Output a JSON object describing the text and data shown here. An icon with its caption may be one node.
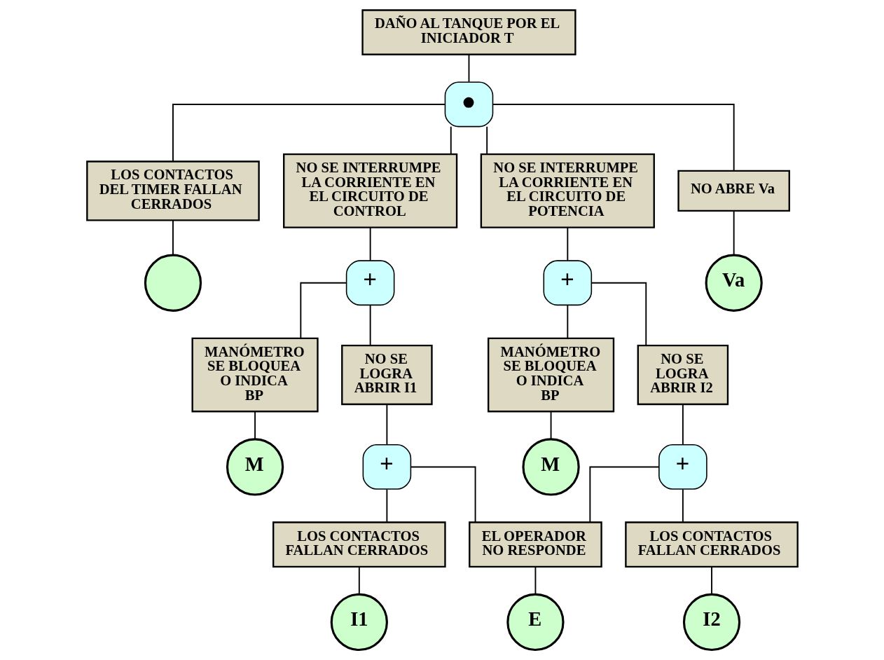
{
  "diagram": {
    "nodes": [
      {
        "text": [
          "DAÑO AL TANQUE POR EL INICIADOR T"
        ]
      },
      {
        "text": [
          "●"
        ]
      },
      {
        "text": [
          "LOS CONTACTOS DEL TIMER FALLAN CERRADOS"
        ]
      },
      {
        "text": [
          "NO SE INTERRUMPE LA CORRIENTE EN EL CIRCUITO DE CONTROL"
        ]
      },
      {
        "text": [
          "NO SE INTERRUMPE LA CORRIENTE EN EL CIRCUITO DE POTENCIA"
        ]
      },
      {
        "text": [
          "NO ABRE Va"
        ]
      },
      {
        "text": [],
        "shape": "circle"
      },
      {
        "text": [
          "+"
        ]
      },
      {
        "text": [
          "Va"
        ]
      },
      {
        "text": [
          "+"
        ]
      },
      {
        "text": [
          "MANÓMETRO SE BLOQUEA O INDICA BP"
        ]
      },
      {
        "text": [
          "NO SE LOGRA ABRIR I1"
        ]
      },
      {
        "text": [
          "MANÓMETRO SE BLOQUEA O INDICA BP"
        ]
      },
      {
        "text": [
          "NO SE LOGRA ABRIR I2"
        ]
      },
      {
        "text": [
          "M"
        ]
      },
      {
        "text": [
          "+"
        ]
      },
      {
        "text": [
          "M"
        ]
      },
      {
        "text": [
          "+"
        ]
      },
      {
        "text": [
          "LOS CONTACTOS FALLAN CERRADOS"
        ]
      },
      {
        "text": [
          "EL OPERADOR NO RESPONDE"
        ]
      },
      {
        "text": [
          "LOS CONTACTOS FALLAN CERRADOS"
        ]
      },
      {
        "text": [
          "I1"
        ]
      },
      {
        "text": [
          "E"
        ]
      },
      {
        "text": [
          "I2"
        ]
      }
    ],
    "edges": [
      {
        "from": 0,
        "to": 1,
        "arrow": "none"
      },
      {
        "from": 1,
        "to": 2,
        "arrow": "none"
      },
      {
        "from": 1,
        "to": 3,
        "arrow": "none"
      },
      {
        "from": 1,
        "to": 4,
        "arrow": "none"
      },
      {
        "from": 1,
        "to": 5,
        "arrow": "none"
      },
      {
        "from": 2,
        "to": 6,
        "arrow": "none"
      },
      {
        "from": 3,
        "to": 7,
        "arrow": "none"
      },
      {
        "from": 5,
        "to": 8,
        "arrow": "none"
      },
      {
        "from": 4,
        "to": 9,
        "arrow": "none"
      },
      {
        "from": 7,
        "to": 10,
        "arrow": "none"
      },
      {
        "from": 7,
        "to": 11,
        "arrow": "none"
      },
      {
        "from": 9,
        "to": 12,
        "arrow": "none"
      },
      {
        "from": 9,
        "to": 13,
        "arrow": "none"
      },
      {
        "from": 10,
        "to": 14,
        "arrow": "none"
      },
      {
        "from": 11,
        "to": 15,
        "arrow": "none"
      },
      {
        "from": 12,
        "to": 16,
        "arrow": "none"
      },
      {
        "from": 13,
        "to": 17,
        "arrow": "none"
      },
      {
        "from": 15,
        "to": 18,
        "arrow": "none"
      },
      {
        "from": 15,
        "to": 19,
        "arrow": "none"
      },
      {
        "from": 17,
        "to": 19,
        "arrow": "none"
      },
      {
        "from": 17,
        "to": 20,
        "arrow": "none"
      },
      {
        "from": 18,
        "to": 21,
        "arrow": "none"
      },
      {
        "from": 19,
        "to": 22,
        "arrow": "none"
      },
      {
        "from": 20,
        "to": 23,
        "arrow": "none"
      }
    ]
  }
}
